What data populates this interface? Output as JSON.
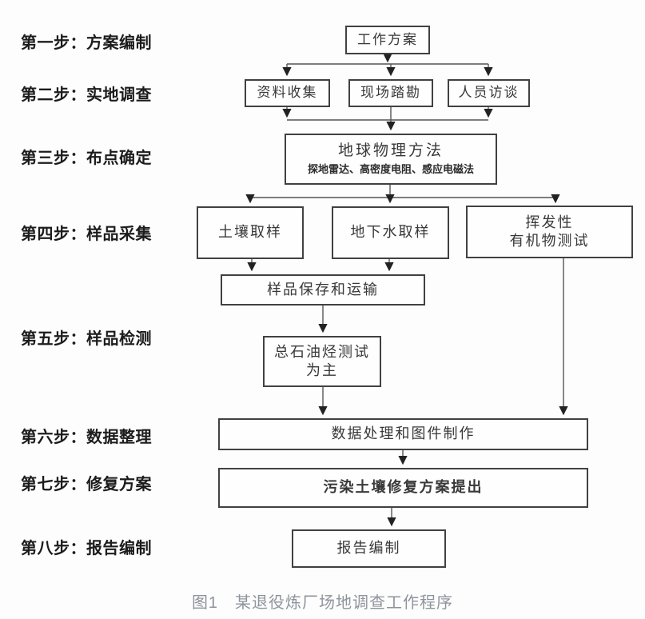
{
  "figure": {
    "caption": "图1　某退役炼厂场地调查工作程序"
  },
  "steps": [
    {
      "label": "第一步：方案编制"
    },
    {
      "label": "第二步：实地调查"
    },
    {
      "label": "第三步：布点确定"
    },
    {
      "label": "第四步：样品采集"
    },
    {
      "label": "第五步：样品检测"
    },
    {
      "label": "第六步：数据整理"
    },
    {
      "label": "第七步：修复方案"
    },
    {
      "label": "第八步：报告编制"
    }
  ],
  "nodes": {
    "work_plan": "工作方案",
    "data_collection": "资料收集",
    "site_survey": "现场踏勘",
    "interviews": "人员访谈",
    "geophysics_title": "地球物理方法",
    "geophysics_sub": "探地雷达、高密度电阻、感应电磁法",
    "soil_sampling": "土壤取样",
    "groundwater_sampling": "地下水取样",
    "voc_line1": "挥发性",
    "voc_line2": "有机物测试",
    "sample_storage": "样品保存和运输",
    "tph_line1": "总石油烃测试",
    "tph_line2": "为主",
    "data_processing": "数据处理和图件制作",
    "remediation_plan": "污染土壤修复方案提出",
    "report": "报告编制"
  },
  "colors": {
    "box_border": "#414141",
    "box_text": "#383838",
    "step_label_text": "#1c1c1c",
    "arrow": "#555555",
    "caption_text": "#8e949c",
    "background": "#fdfdfd"
  }
}
